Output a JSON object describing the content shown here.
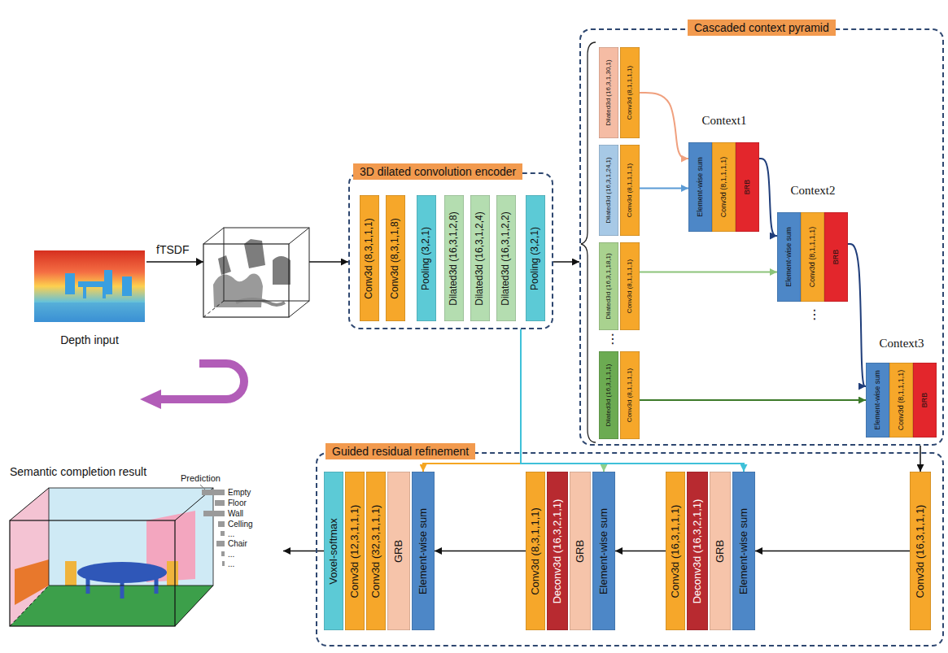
{
  "diagram": {
    "nodes": [
      {
        "text": [
          "Depth input"
        ]
      },
      {
        "text": [
          "3D dilated convolution encoder"
        ]
      },
      {
        "text": [
          "Conv3d (8,3,1,1,1)"
        ],
        "in": 1
      },
      {
        "text": [
          "Conv3d (8,3,1,1,8)"
        ],
        "in": 1
      },
      {
        "text": [
          "Pooling (3,2,1)"
        ],
        "in": 1
      },
      {
        "text": [
          "Dilated3d (16,3,1,2,8)"
        ],
        "in": 1
      },
      {
        "text": [
          "Dilated3d (16,3,1,2,4)"
        ],
        "in": 1
      },
      {
        "text": [
          "Dilated3d (16,3,1,2,2)"
        ],
        "in": 1
      },
      {
        "text": [
          "Pooling (3,2,1)"
        ],
        "in": 1
      },
      {
        "text": [
          "Cascaded context pyramid"
        ]
      },
      {
        "text": [
          "Dilated3d (16,3,1,30,1)"
        ],
        "in": 9
      },
      {
        "text": [
          "Conv3d (8,1,1,1,1)"
        ],
        "in": 9
      },
      {
        "text": [
          "Dilated3d (16,3,1,24,1)"
        ],
        "in": 9
      },
      {
        "text": [
          "Conv3d (8,1,1,1,1)"
        ],
        "in": 9
      },
      {
        "text": [
          "Dilated3d (16,3,1,18,1)"
        ],
        "in": 9
      },
      {
        "text": [
          "Conv3d (8,1,1,1,1)"
        ],
        "in": 9
      },
      {
        "text": [
          "Dilated3d (16,3,1,1,1)"
        ],
        "in": 9
      },
      {
        "text": [
          "Conv3d (8,1,1,1,1)"
        ],
        "in": 9
      },
      {
        "text": [
          "Context1"
        ],
        "in": 9
      },
      {
        "text": [
          "Element-wise sum"
        ],
        "in": 18
      },
      {
        "text": [
          "Conv3d (8,1,1,1,1)"
        ],
        "in": 18
      },
      {
        "text": [
          "BRB"
        ],
        "in": 18
      },
      {
        "text": [
          "Context2"
        ],
        "in": 9
      },
      {
        "text": [
          "Element-wise sum"
        ],
        "in": 22
      },
      {
        "text": [
          "Conv3d (8,1,1,1,1)"
        ],
        "in": 22
      },
      {
        "text": [
          "BRB"
        ],
        "in": 22
      },
      {
        "text": [
          "Context3"
        ],
        "in": 9
      },
      {
        "text": [
          "Element-wise sum"
        ],
        "in": 26
      },
      {
        "text": [
          "Conv3d (8,1,1,1,1)"
        ],
        "in": 26
      },
      {
        "text": [
          "BRB"
        ],
        "in": 26
      },
      {
        "text": [
          "Guided residual refinement"
        ]
      },
      {
        "text": [
          "Voxel-softmax"
        ],
        "in": 30
      },
      {
        "text": [
          "Conv3d (12,3,1,1,1)"
        ],
        "in": 30
      },
      {
        "text": [
          "Conv3d (32,3,1,1,1)"
        ],
        "in": 30
      },
      {
        "text": [
          "GRB"
        ],
        "in": 30
      },
      {
        "text": [
          "Element-wise sum"
        ],
        "in": 30
      },
      {
        "text": [
          "Conv3d (8,3,1,1,1)"
        ],
        "in": 30
      },
      {
        "text": [
          "Deconv3d (16,3,2,1,1)"
        ],
        "in": 30
      },
      {
        "text": [
          "GRB"
        ],
        "in": 30
      },
      {
        "text": [
          "Element-wise sum"
        ],
        "in": 30
      },
      {
        "text": [
          "Conv3d (16,3,1,1,1)"
        ],
        "in": 30
      },
      {
        "text": [
          "Deconv3d (16,3,2,1,1)"
        ],
        "in": 30
      },
      {
        "text": [
          "GRB"
        ],
        "in": 30
      },
      {
        "text": [
          "Element-wise sum"
        ],
        "in": 30
      },
      {
        "text": [
          "Conv3d (16,3,1,1,1)"
        ],
        "in": 30
      },
      {
        "text": [
          "Semantic completion result"
        ]
      }
    ],
    "edges": [
      {
        "from": 0,
        "to": 1,
        "label": "fTSDF",
        "arrow": "to"
      },
      {
        "from": 1,
        "to": 9,
        "arrow": "to"
      },
      {
        "from": 11,
        "to": 19,
        "arrow": "to"
      },
      {
        "from": 13,
        "to": 19,
        "arrow": "to"
      },
      {
        "from": 21,
        "to": 23,
        "arrow": "to"
      },
      {
        "from": 15,
        "to": 23,
        "arrow": "to"
      },
      {
        "from": 25,
        "to": 27,
        "arrow": "to"
      },
      {
        "from": 17,
        "to": 27,
        "arrow": "to"
      },
      {
        "from": 9,
        "to": 44,
        "arrow": "to"
      },
      {
        "from": 44,
        "to": 43,
        "arrow": "to"
      },
      {
        "from": 40,
        "to": 39,
        "arrow": "to"
      },
      {
        "from": 36,
        "to": 35,
        "arrow": "to"
      },
      {
        "from": 31,
        "to": 45,
        "arrow": "to"
      },
      {
        "from": 1,
        "to": 35,
        "arrow": "to"
      },
      {
        "from": 1,
        "to": 39,
        "arrow": "to"
      },
      {
        "from": 1,
        "to": 43,
        "arrow": "to"
      }
    ],
    "labels": [
      "⋮",
      "⋮",
      "Prediction",
      "Empty",
      "Floor",
      "Wall",
      "Celling",
      "...",
      "Chair",
      "...",
      "..."
    ]
  }
}
